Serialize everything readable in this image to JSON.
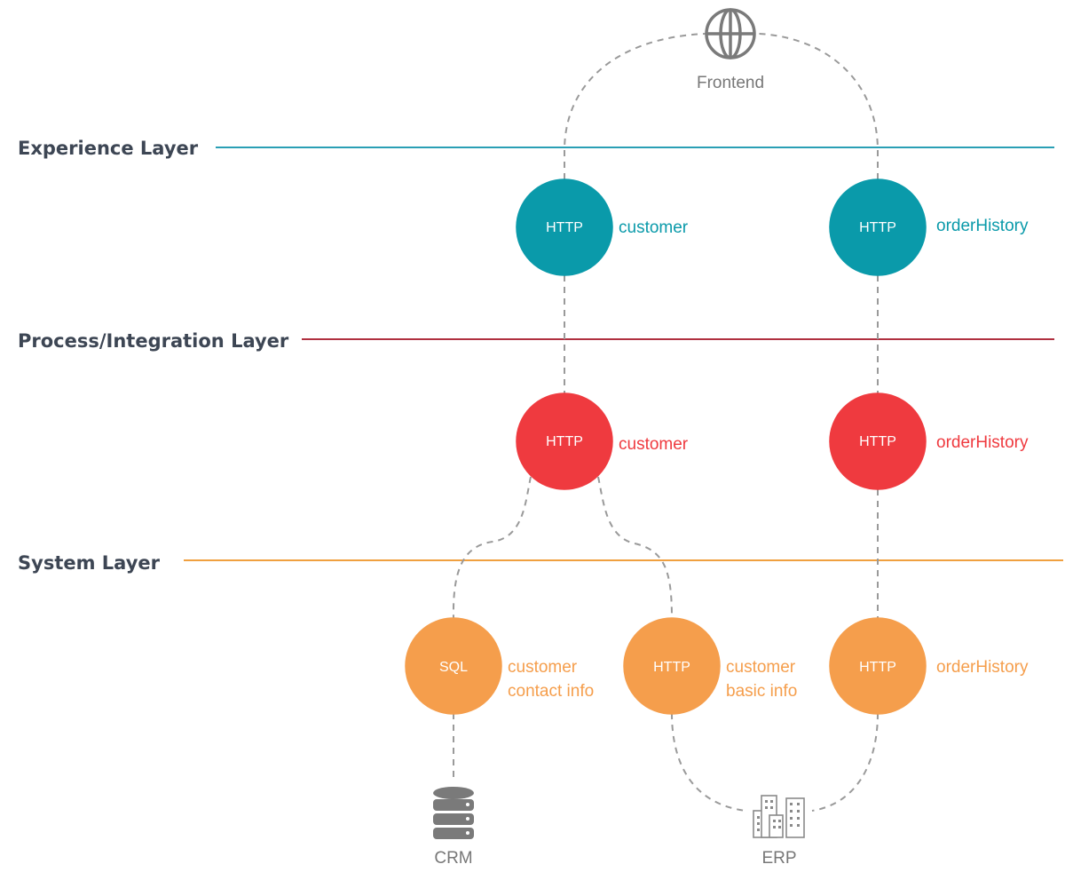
{
  "colors": {
    "experience": "#0a9aaa",
    "process": "#ef3a3f",
    "system": "#f59e4c",
    "connector": "#9a9a9a",
    "icon": "#7a7a7a"
  },
  "layers": {
    "experience": "Experience Layer",
    "process": "Process/Integration Layer",
    "system": "System Layer"
  },
  "systems": {
    "frontend": {
      "label": "Frontend",
      "icon": "globe-icon"
    },
    "crm": {
      "label": "CRM",
      "icon": "database-icon"
    },
    "erp": {
      "label": "ERP",
      "icon": "buildings-icon"
    }
  },
  "nodes": {
    "exp_customer": {
      "protocol": "HTTP",
      "label": "customer"
    },
    "exp_orderhistory": {
      "protocol": "HTTP",
      "label": "orderHistory"
    },
    "proc_customer": {
      "protocol": "HTTP",
      "label": "customer"
    },
    "proc_orderhistory": {
      "protocol": "HTTP",
      "label": "orderHistory"
    },
    "sys_contact": {
      "protocol": "SQL",
      "label_line1": "customer",
      "label_line2": "contact info"
    },
    "sys_basic": {
      "protocol": "HTTP",
      "label_line1": "customer",
      "label_line2": "basic info"
    },
    "sys_orderhistory": {
      "protocol": "HTTP",
      "label": "orderHistory"
    }
  }
}
